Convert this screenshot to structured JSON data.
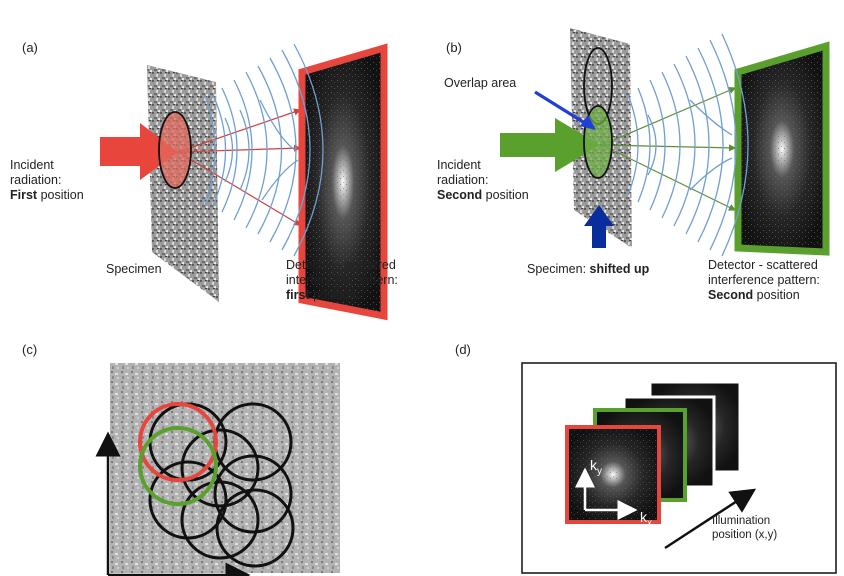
{
  "panels": {
    "a": {
      "letter": "(a)",
      "incident": [
        "Incident",
        "radiation:"
      ],
      "incident_bold": "First",
      "incident_rest": " position",
      "specimen": "Specimen",
      "detector": [
        "Detector - scattered",
        "interference pattern:"
      ],
      "detector_bold": "first",
      "detector_rest": " position"
    },
    "b": {
      "letter": "(b)",
      "overlap": "Overlap area",
      "incident": [
        "Incident",
        "radiation:"
      ],
      "incident_bold": "Second",
      "incident_rest": " position",
      "specimen_plain": "Specimen: ",
      "specimen_bold": "shifted up",
      "detector": [
        "Detector - scattered",
        "interference pattern:"
      ],
      "detector_bold": "Second",
      "detector_rest": " position"
    },
    "c": {
      "letter": "(c)"
    },
    "d": {
      "letter": "(d)",
      "ky": "k",
      "ky_sub": "y",
      "kx": "k",
      "kx_sub": "x",
      "illumination": [
        "Illumination",
        "position (x,y)"
      ]
    }
  },
  "colors": {
    "red": "#e8453c",
    "green": "#5aa02c",
    "blue": "#1f3fd6",
    "navy": "#0a2d9e",
    "wave": "#6f9fd0"
  }
}
